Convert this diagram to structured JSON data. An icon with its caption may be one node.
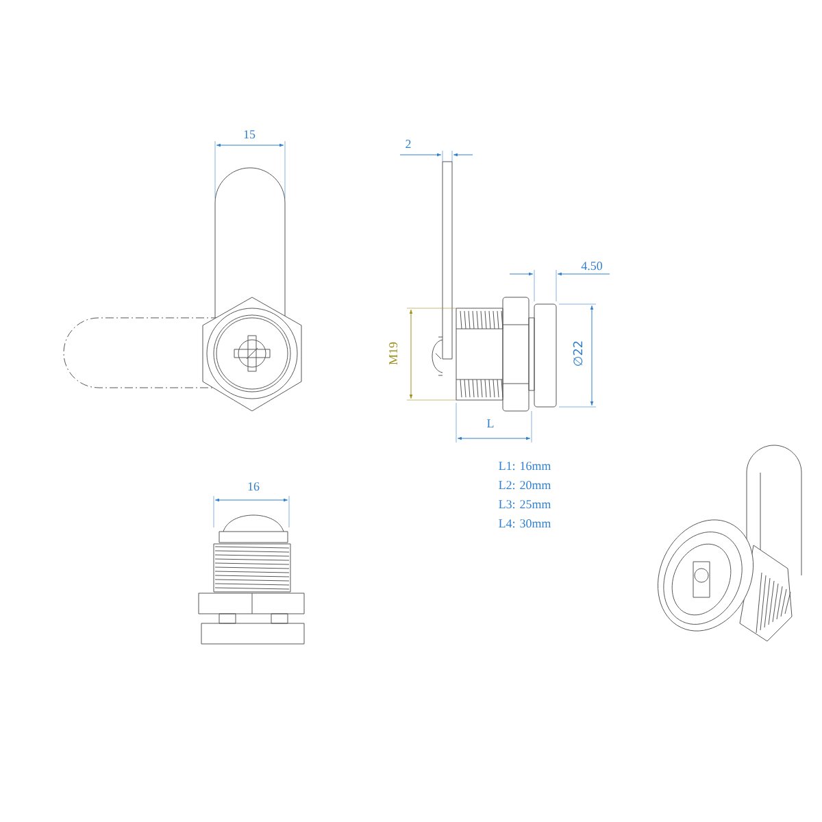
{
  "diagram": {
    "labels": [
      "15",
      "2",
      "4.50",
      "M19",
      "∅22",
      "L",
      "L1: 16mm",
      "L2: 20mm",
      "L3: 25mm",
      "L4: 30mm",
      "16"
    ]
  }
}
